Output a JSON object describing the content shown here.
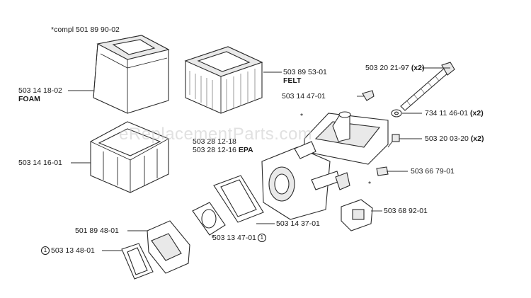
{
  "watermark": "eReplacementParts.com",
  "labels": {
    "compl": "*compl 501 89 90-02",
    "l1_num": "503 14 18-02",
    "l1_sub": "FOAM",
    "l2_num": "503 89 53-01",
    "l2_sub": "FELT",
    "l3": "503 20 21-97",
    "l3_qty": "(x2)",
    "l4": "503 14 47-01",
    "l5": "734 11 46-01",
    "l5_qty": "(x2)",
    "l6": "503 20 03-20",
    "l6_qty": "(x2)",
    "l7": "503 28 12-18",
    "l8": "503 28 12-16",
    "l8_sub": "EPA",
    "l9": "503 14 16-01",
    "l10": "503 66 79-01",
    "l11": "503 68 92-01",
    "l12": "503 14 37-01",
    "l13": "501 89 48-01",
    "l14": "503 13 47-01",
    "l15": "503 13 48-01",
    "circ": "1",
    "star": "*"
  }
}
